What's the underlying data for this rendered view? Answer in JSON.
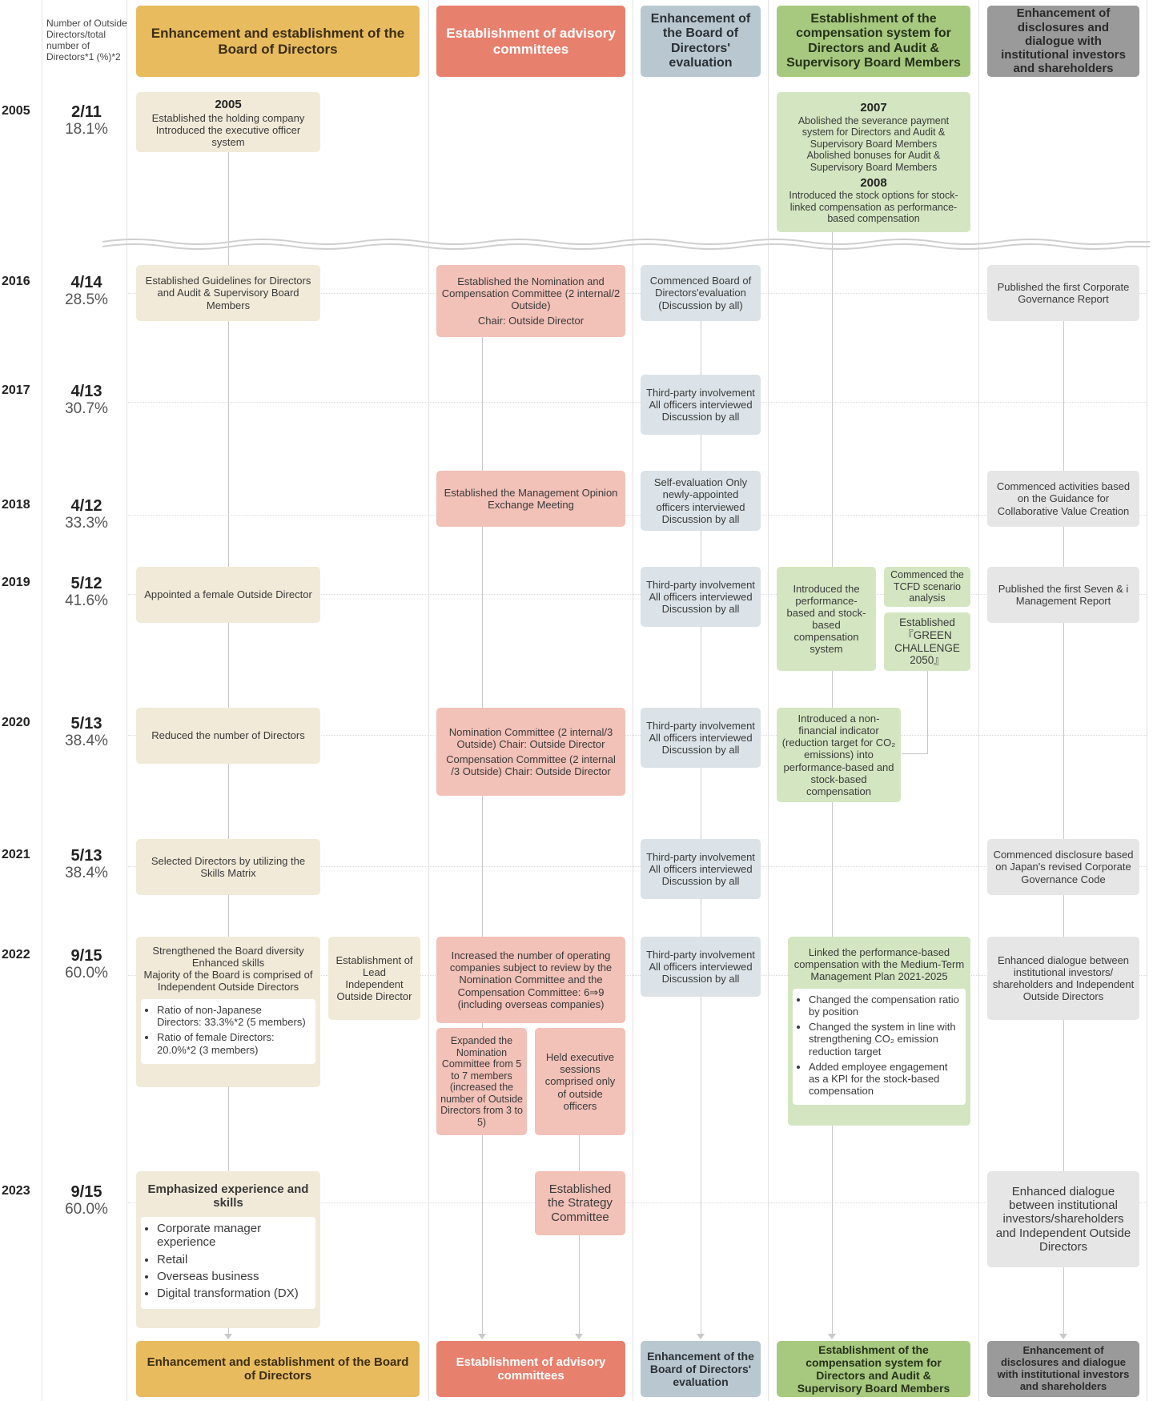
{
  "column_header_note": "Number of Outside Directors/total number of Directors*1 (%)*2",
  "columns": [
    {
      "key": "board",
      "header": "Enhancement and establishment of the Board of Directors",
      "footer": "Enhancement and establishment of the Board of Directors"
    },
    {
      "key": "advisory",
      "header": "Establishment of advisory committees",
      "footer": "Establishment of advisory committees"
    },
    {
      "key": "evaluation",
      "header": "Enhancement of the Board of Directors' evaluation",
      "footer": "Enhancement of the Board of Directors' evaluation"
    },
    {
      "key": "compensation",
      "header": "Establishment of the compensation system for Directors and Audit & Supervisory Board Members",
      "footer": "Establishment of the compensation system for Directors and Audit & Supervisory Board Members"
    },
    {
      "key": "disclosure",
      "header": "Enhancement of disclosures and dialogue with institutional investors and shareholders",
      "footer": "Enhancement of disclosures and dialogue with institutional investors and shareholders"
    }
  ],
  "colors": {
    "board": "#e8bb5f",
    "advisory": "#e8806e",
    "evaluation": "#b9c8d0",
    "compensation": "#a7c97f",
    "disclosure": "#9a9a9a"
  },
  "years": [
    {
      "year": "2005",
      "ratio": "2/11",
      "pct": "18.1%"
    },
    {
      "year": "2016",
      "ratio": "4/14",
      "pct": "28.5%"
    },
    {
      "year": "2017",
      "ratio": "4/13",
      "pct": "30.7%"
    },
    {
      "year": "2018",
      "ratio": "4/12",
      "pct": "33.3%"
    },
    {
      "year": "2019",
      "ratio": "5/12",
      "pct": "41.6%"
    },
    {
      "year": "2020",
      "ratio": "5/13",
      "pct": "38.4%"
    },
    {
      "year": "2021",
      "ratio": "5/13",
      "pct": "38.4%"
    },
    {
      "year": "2022",
      "ratio": "9/15",
      "pct": "60.0%"
    },
    {
      "year": "2023",
      "ratio": "9/15",
      "pct": "60.0%"
    }
  ],
  "board": {
    "b2005_year": "2005",
    "b2005_l1": "Established the holding company",
    "b2005_l2": "Introduced the executive officer system",
    "b2016": "Established Guidelines for Directors and Audit & Supervisory Board Members",
    "b2019": "Appointed a female Outside Director",
    "b2020": "Reduced the number of Directors",
    "b2021": "Selected Directors by utilizing the Skills Matrix",
    "b2022_l1": "Strengthened the Board diversity",
    "b2022_l2": "Enhanced skills",
    "b2022_l3": "Majority of the Board is comprised of Independent Outside Directors",
    "b2022_i1": "Ratio of non-Japanese Directors: 33.3%*2 (5 members)",
    "b2022_i2": "Ratio of female Directors: 20.0%*2 (3 members)",
    "b2022_lead": "Establishment of Lead Independent Outside Director",
    "b2023_title": "Emphasized experience and skills",
    "b2023_i1": "Corporate manager experience",
    "b2023_i2": "Retail",
    "b2023_i3": "Overseas business",
    "b2023_i4": "Digital transformation (DX)"
  },
  "advisory": {
    "a2016_l1": "Established the Nomination and Compensation Committee (2 internal/2 Outside)",
    "a2016_l2": "Chair: Outside Director",
    "a2018": "Established the Management Opinion Exchange Meeting",
    "a2020_l1": "Nomination Committee (2 internal/3 Outside) Chair: Outside Director",
    "a2020_l2": "Compensation Committee (2 internal /3 Outside) Chair: Outside Director",
    "a2022": "Increased the number of operating companies subject to review by the Nomination Committee and the Compensation Committee: 6⇒9 (including overseas companies)",
    "a2022_nom": "Expanded the Nomination Committee from 5 to 7 members (increased the number of Outside Directors from 3 to 5)",
    "a2022_exec": "Held executive sessions comprised only of outside officers",
    "a2023": "Established the Strategy Committee"
  },
  "evaluation": {
    "e2016": "Commenced Board of Directors'evaluation (Discussion by all)",
    "e2017": "Third-party involvement All officers interviewed Discussion by all",
    "e2018": "Self-evaluation Only newly-appointed officers interviewed Discussion by all",
    "e2019": "Third-party involvement All officers interviewed Discussion by all",
    "e2020": "Third-party involvement All officers interviewed Discussion by all",
    "e2021": "Third-party involvement All officers interviewed Discussion by all",
    "e2022": "Third-party involvement All officers interviewed Discussion by all"
  },
  "compensation": {
    "c2007_year": "2007",
    "c2007_l1": "Abolished the severance payment system for Directors and Audit & Supervisory Board Members",
    "c2007_l2": "Abolished bonuses for Audit & Supervisory Board Members",
    "c2008_year": "2008",
    "c2008_l1": "Introduced the stock options for stock-linked compensation as performance-based compensation",
    "c2019": "Introduced the performance-based and stock-based compensation system",
    "c2019_tcfd": "Commenced the TCFD scenario analysis",
    "c2019_green": "Established『GREEN CHALLENGE 2050』",
    "c2020": "Introduced a non-financial indicator (reduction target for CO₂ emissions) into performance-based and stock-based compensation",
    "c2022": "Linked the performance-based compensation with the Medium-Term Management Plan 2021-2025",
    "c2022_i1": "Changed the compensation ratio by position",
    "c2022_i2": "Changed the system in line with strengthening CO₂ emission reduction target",
    "c2022_i3": "Added employee engagement as a KPI for the stock-based compensation"
  },
  "disclosure": {
    "d2016": "Published the first Corporate Governance Report",
    "d2018": "Commenced activities based on the Guidance for Collaborative Value Creation",
    "d2019": "Published the first Seven & i Management Report",
    "d2021": "Commenced disclosure based on Japan's revised Corporate Governance Code",
    "d2022": "Enhanced dialogue between institutional investors/ shareholders and Independent Outside Directors",
    "d2023": "Enhanced dialogue between institutional investors/shareholders and Independent Outside Directors"
  }
}
